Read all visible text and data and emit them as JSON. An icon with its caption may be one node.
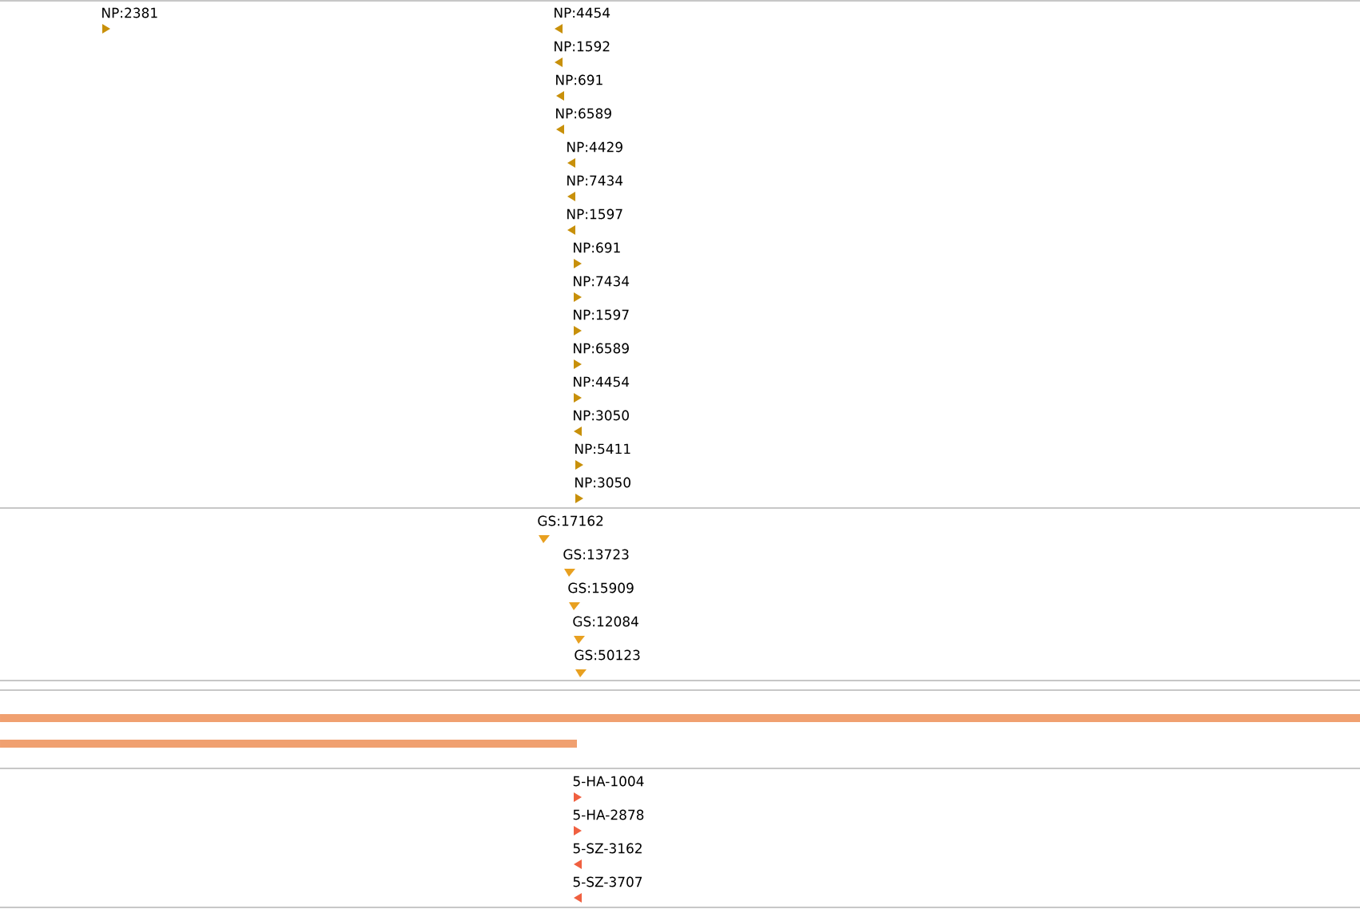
{
  "diagram": {
    "labels": [
      "NP:2381",
      "NP:4454",
      "NP:1592",
      "NP:691",
      "NP:6589",
      "NP:4429",
      "NP:7434",
      "NP:1597",
      "NP:691",
      "NP:7434",
      "NP:1597",
      "NP:6589",
      "NP:4454",
      "NP:3050",
      "NP:5411",
      "NP:3050",
      "GS:17162",
      "GS:13723",
      "GS:15909",
      "GS:12084",
      "GS:50123",
      "5-HA-1004",
      "5-HA-2878",
      "5-SZ-3162",
      "5-SZ-3707"
    ]
  }
}
